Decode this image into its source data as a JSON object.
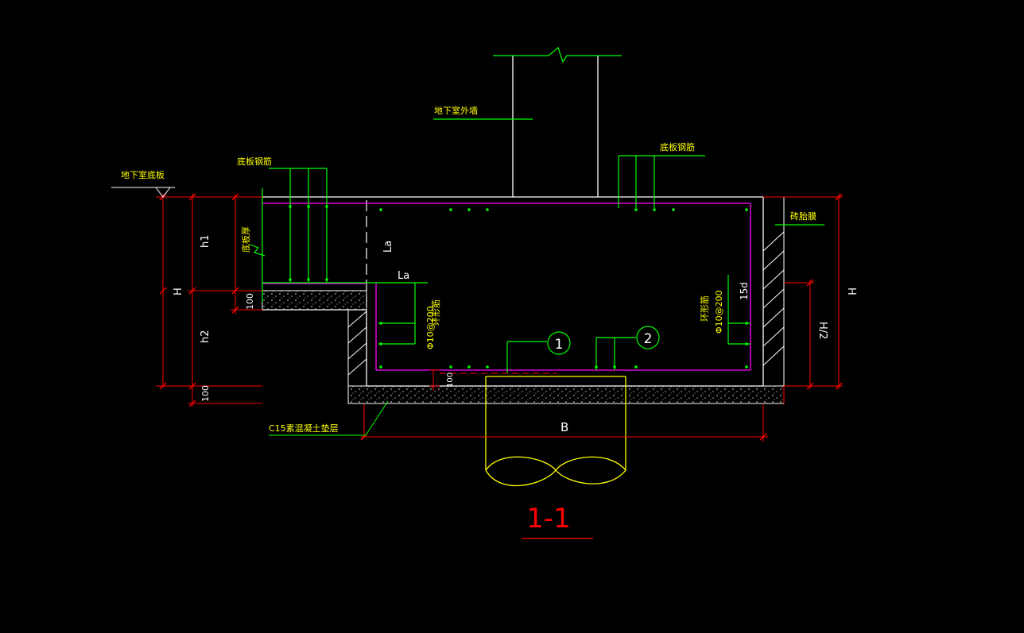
{
  "drawing": {
    "title": "1-1",
    "labels": {
      "basement_floor": "地下室底板",
      "bottom_rebar_left": "底板钢筋",
      "basement_wall": "地下室外墙",
      "bottom_rebar_right": "底板钢筋",
      "brick_wall": "砖胎膜",
      "c15_cushion": "C15素混凝土垫层",
      "ring_bar_left": "环形筋",
      "ring_bar_right": "环形筋",
      "slab_thickness": "底板厚",
      "spacing_left": "Φ10@200",
      "spacing_right": "Φ10@200"
    },
    "dims": {
      "h1": "h1",
      "h2": "h2",
      "H_left": "H",
      "H_right": "H",
      "d100_left_upper": "100",
      "d100_left_lower": "100",
      "d100_center": "100",
      "half_H": "H/2",
      "B": "B",
      "La_vertical": "La",
      "La_horizontal": "La",
      "fifteen_d": "15d"
    },
    "markers": [
      "1",
      "2"
    ]
  },
  "colors": {
    "background": "#000000",
    "white": "#ffffff",
    "green": "#00ff00",
    "red": "#ff0000",
    "yellow": "#ffff00",
    "magenta": "#ff00ff"
  }
}
